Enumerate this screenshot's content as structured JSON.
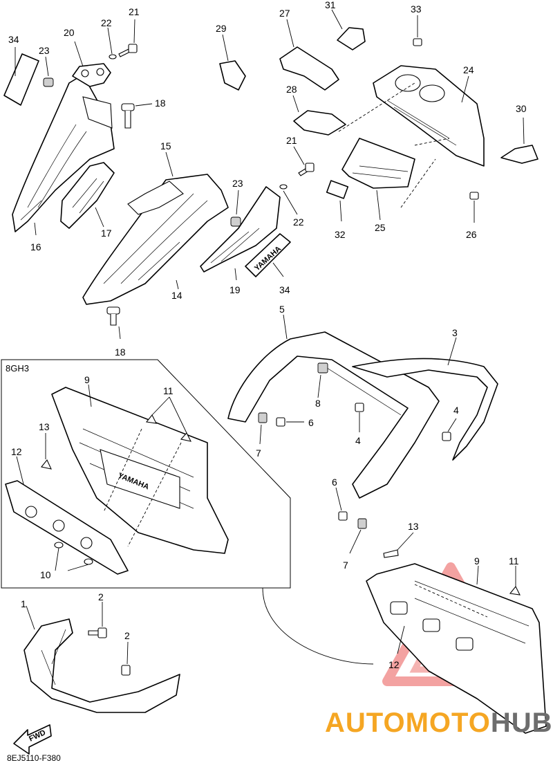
{
  "diagram": {
    "variant_box_label": "8GH3",
    "drawing_code": "8EJ5110-F380",
    "fwd_label": "FWD",
    "emblem_text": "YAMAHA",
    "panel_text": "YAMAHA",
    "watermark": {
      "part1": "AUTOMOTO",
      "part2": "HUB",
      "color1": "#f5a623",
      "color2": "#6d6d6d",
      "triangle_color": "#e53935"
    },
    "labels": {
      "l1": "1",
      "l2a": "2",
      "l2b": "2",
      "l3": "3",
      "l4a": "4",
      "l4b": "4",
      "l5": "5",
      "l6a": "6",
      "l6b": "6",
      "l7a": "7",
      "l7b": "7",
      "l8": "8",
      "l9a": "9",
      "l9b": "9",
      "l10": "10",
      "l11a": "11",
      "l11b": "11",
      "l12a": "12",
      "l12b": "12",
      "l13a": "13",
      "l13b": "13",
      "l14": "14",
      "l15": "15",
      "l16": "16",
      "l17": "17",
      "l18a": "18",
      "l18b": "18",
      "l19": "19",
      "l20": "20",
      "l21a": "21",
      "l21b": "21",
      "l22a": "22",
      "l22b": "22",
      "l23a": "23",
      "l23b": "23",
      "l24": "24",
      "l25": "25",
      "l26": "26",
      "l27": "27",
      "l28": "28",
      "l29": "29",
      "l30": "30",
      "l31": "31",
      "l32": "32",
      "l33": "33",
      "l34a": "34",
      "l34b": "34"
    }
  }
}
